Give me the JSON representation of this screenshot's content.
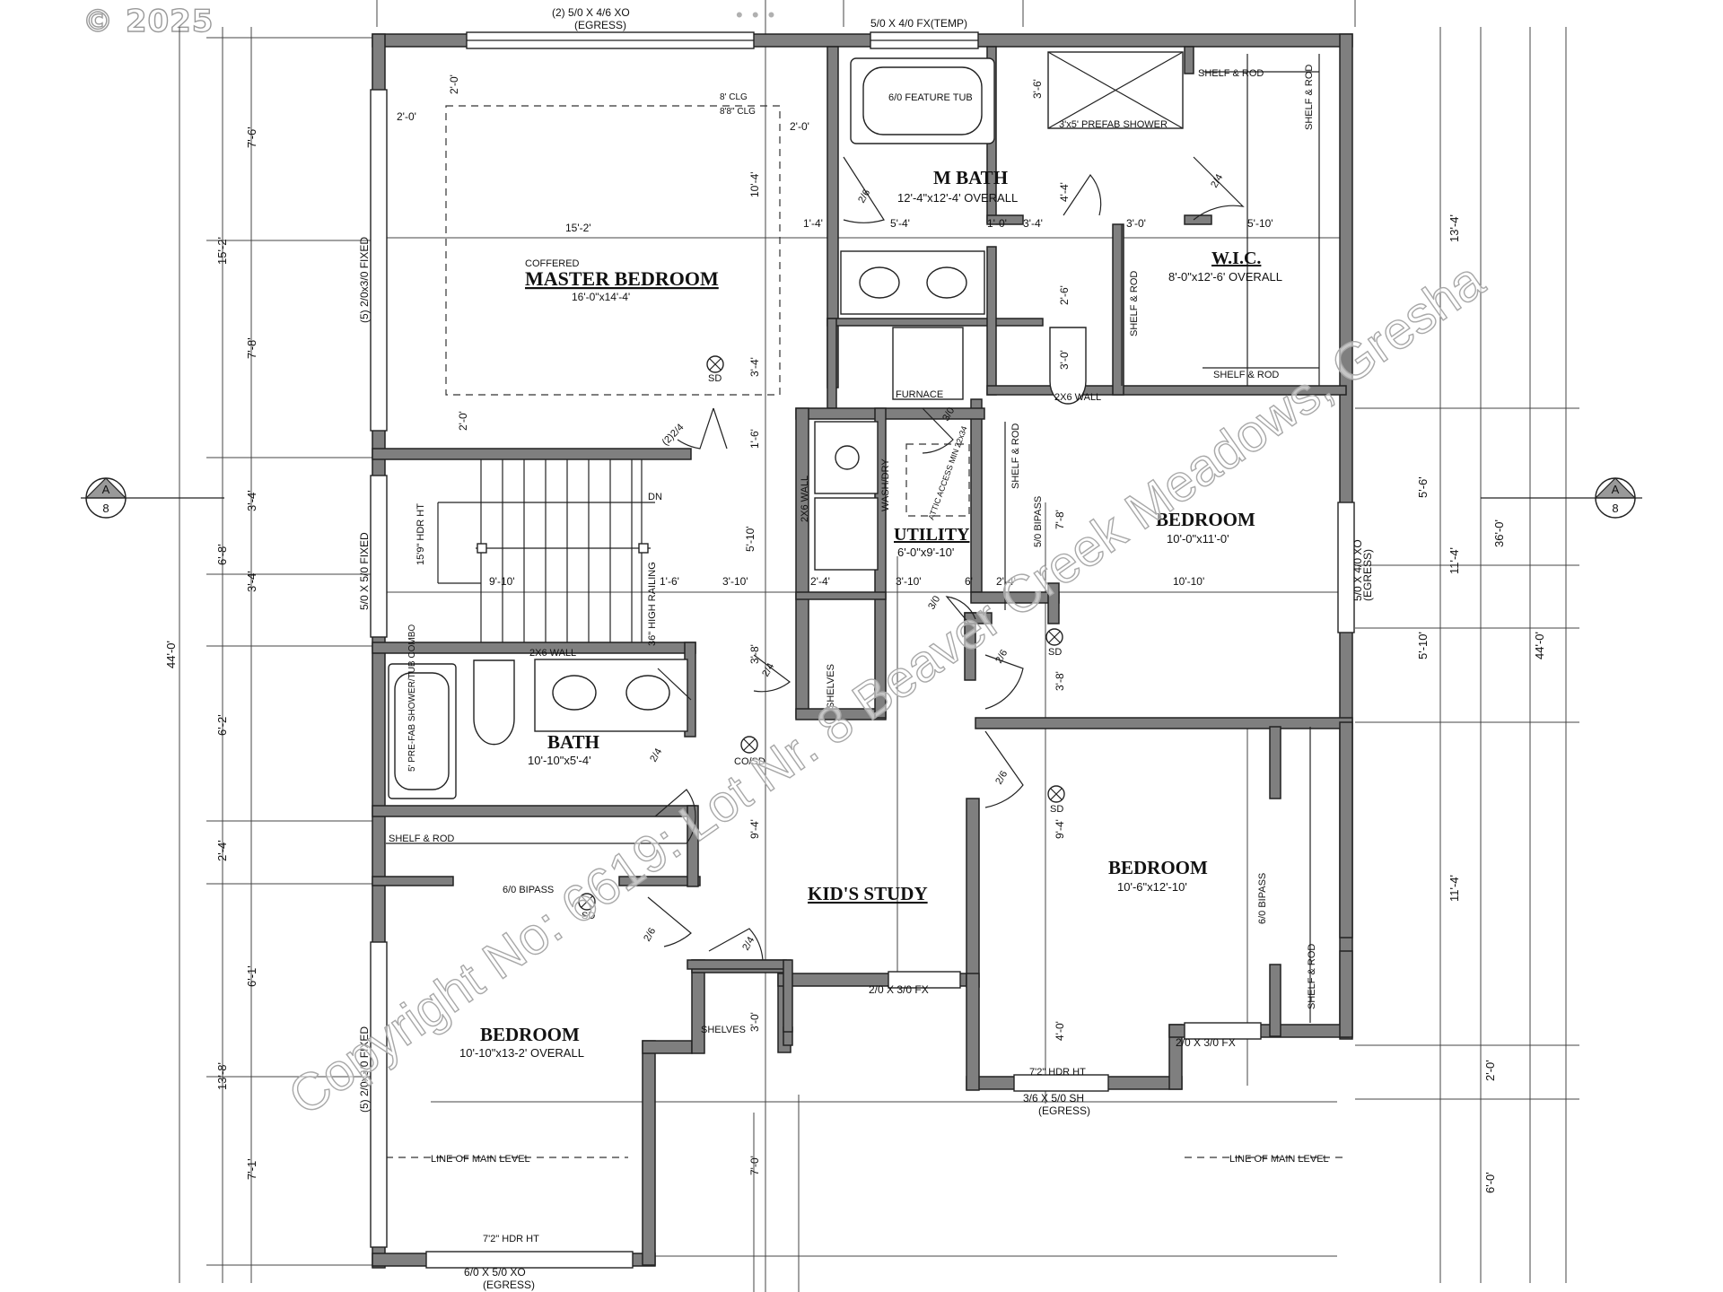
{
  "copyright": "© 2025",
  "watermark": "Copyright No: 6619: Lot Nr. 8 Beaver Creek Meadows, Gresha",
  "section_marker": {
    "letter": "A",
    "number": "8"
  },
  "rooms": {
    "master": {
      "pre": "COFFERED",
      "name": "MASTER BEDROOM",
      "size": "16'-0\"x14'-4'"
    },
    "mbath": {
      "name": "M BATH",
      "size": "12'-4\"x12'-4' OVERALL"
    },
    "wic": {
      "name": "W.I.C.",
      "size": "8'-0\"x12'-6' OVERALL"
    },
    "utility": {
      "name": "UTILITY",
      "size": "6'-0\"x9'-10'"
    },
    "bedroom_right_top": {
      "name": "BEDROOM",
      "size": "10'-0\"x11'-0'"
    },
    "bath": {
      "name": "BATH",
      "size": "10'-10\"x5'-4'"
    },
    "study": {
      "name": "KID'S STUDY"
    },
    "bedroom_right_bottom": {
      "name": "BEDROOM",
      "size": "10'-6\"x12'-10'"
    },
    "bedroom_left": {
      "name": "BEDROOM",
      "size": "10'-10\"x13-2' OVERALL"
    }
  },
  "windows": {
    "top_left": "(2) 5/0 X 4/6 XO",
    "egress": "(EGRESS)",
    "top_right": "5/0 X 4/0 FX(TEMP)",
    "left_upper": "(5) 2/0x3/0 FIXED",
    "left_mid": "5/0 X 5/0 FIXED",
    "left_lower": "(5) 2/0x3/0 FIXED",
    "right": "5/0 X 4/0 XO",
    "study": "2/0 X 3/0 FX",
    "bed_bottom": "3/6 X 5/0 SH",
    "bed_right_fx": "2/0 X 3/0 FX",
    "bottom": "6/0 X 5/0 XO"
  },
  "labels": {
    "feature_tub": "6/0 FEATURE TUB",
    "prefab_shower": "3'x5' PREFAB SHOWER",
    "shelf_rod": "SHELF & ROD",
    "clg1": "8' CLG",
    "clg2": "8'8\" CLG",
    "furnace": "FURNACE",
    "wash_dry": "WASH/DRY",
    "attic": "ATTIC ACCESS MIN 22x34",
    "two_x6": "2X6 WALL",
    "bipass": "5/0 BIPASS",
    "bipass6": "6/0 BIPASS",
    "shelves": "SHELVES",
    "dn": "DN",
    "high_railing": "36\" HIGH RAILING",
    "hdr": "15'9\" HDR HT",
    "hdr72": "7'2\" HDR HT",
    "tub_combo": "5' PRE-FAB SHOWER/TUB COMBO",
    "sd": "SD",
    "co_sd": "CO/SD",
    "main_level": "LINE OF MAIN LEVEL"
  },
  "dims": {
    "top_2_0": "2'-0'",
    "side_2_0": "2'-0'",
    "w15_2": "15'-2'",
    "d10_4": "10'-4'",
    "d3_4": "3'-4'",
    "d1_4": "1'-4'",
    "d5_4": "5'-4'",
    "d1_0": "1'-0'",
    "d3_4b": "3'-4'",
    "d3_0": "3'-0'",
    "d5_10": "5'-10'",
    "d3_6": "3'-6'",
    "d4_4": "4'-4'",
    "d2_6": "2'-6'",
    "d3_0v": "3'-0'",
    "d1_6": "1'-6'",
    "d5_10v": "5'-10'",
    "d9_10": "9'-10'",
    "d1_6h": "1'-6'",
    "d3_10": "3'-10'",
    "d2_4": "2'-4'",
    "d3_10b": "3'-10'",
    "d6": "6'",
    "d2_4b": "2'-4'",
    "d10_10": "10'-10'",
    "d7_8": "7'-8'",
    "d3_8": "3'-8'",
    "d3_8b": "3'-8'",
    "d9_4": "9'-4'",
    "d9_4b": "9'-4'",
    "d4_0": "4'-0'",
    "d3_0c": "3'-0'",
    "d7_0": "7'-0'",
    "door_2_6": "2/6",
    "door_2_4": "2/4",
    "door_3_0": "3/0",
    "door_2_2_4": "(2)2/4",
    "left_7_6": "7'-6'",
    "left_15_2": "15'-2'",
    "left_7_8": "7'-8'",
    "left_3_4": "3'-4'",
    "left_6_8": "6'-8'",
    "left_3_4b": "3'-4'",
    "left_44": "44'-0'",
    "left_6_2": "6'-2'",
    "left_2_4": "2'-4'",
    "left_6_1": "6'-1'",
    "left_13_8": "13'-8'",
    "left_7_1": "7'-1'",
    "right_13_4": "13'-4'",
    "right_5_6": "5'-6'",
    "right_11_4": "11'-4'",
    "right_5_10": "5'-10'",
    "right_36": "36'-0'",
    "right_44": "44'-0'",
    "right_11_4b": "11'-4'",
    "right_2_0": "2'-0'",
    "right_6_0": "6'-0'"
  }
}
